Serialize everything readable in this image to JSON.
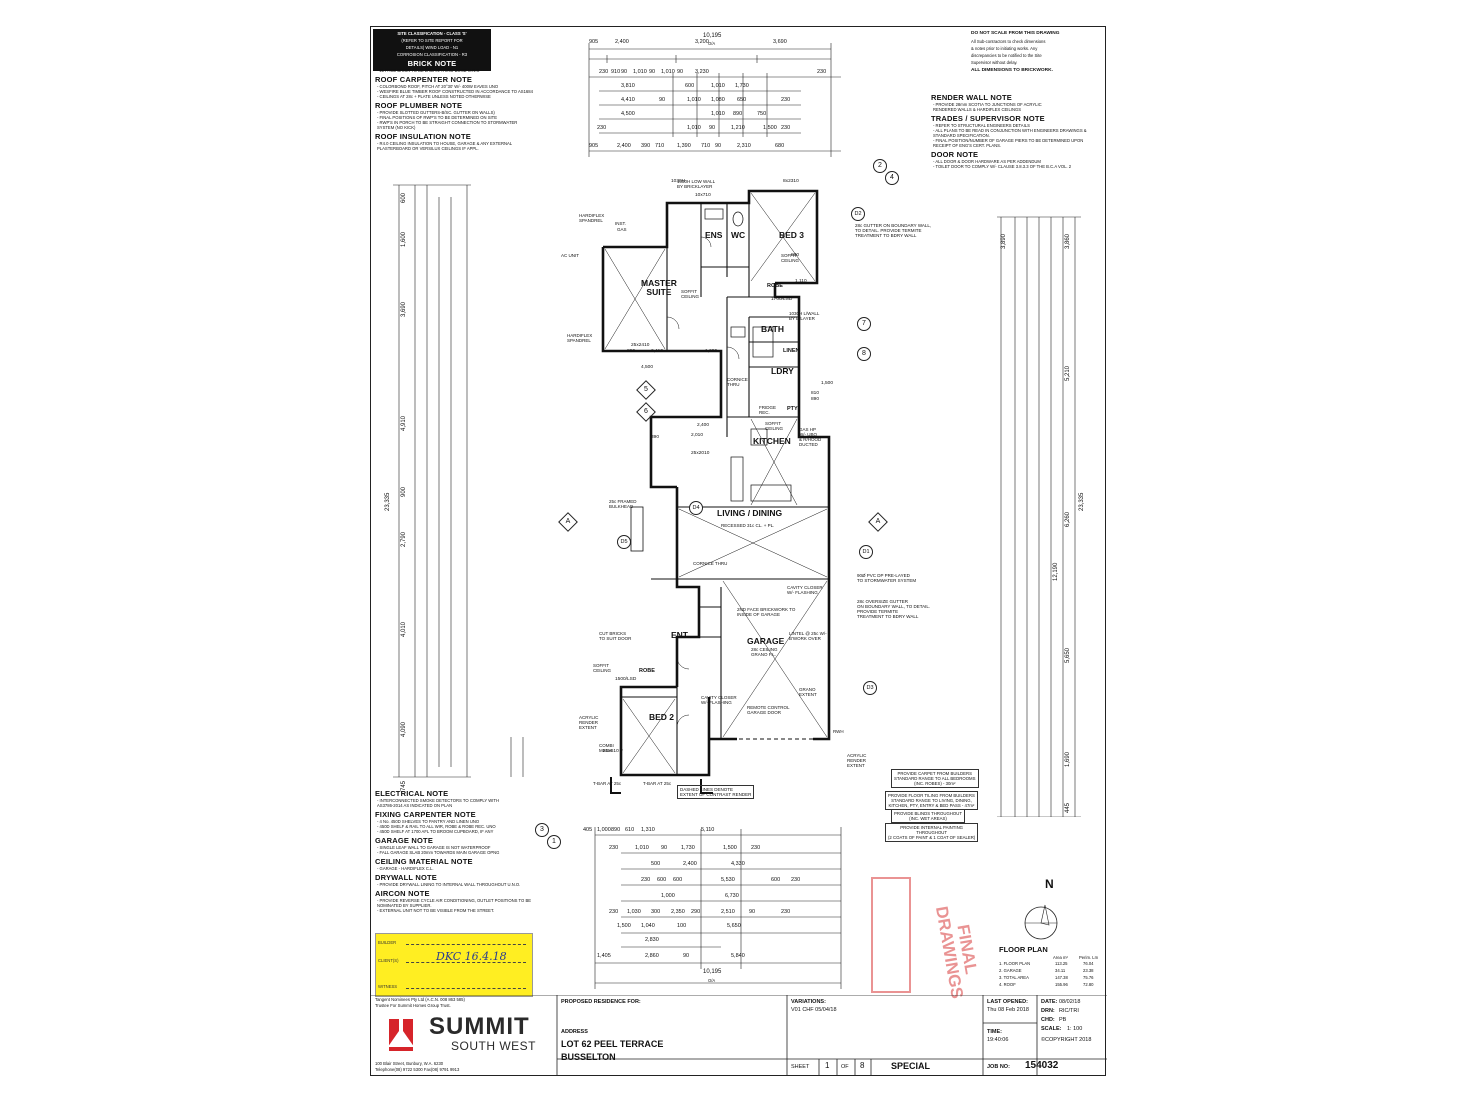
{
  "site_box": {
    "line1": "SITE CLASSIFICATION - CLASS 'S'",
    "line2": "(REFER TO SITE REPORT FOR",
    "line3": "DETAILS) WIND LOAD - N1",
    "line4": "CORROSION CLASSIFICATION - R3"
  },
  "disclaimer": {
    "line1": "DO NOT SCALE FROM THIS DRAWING",
    "line2": "All Sub-contractors to check dimensions",
    "line3": "& notes prior to initiating works. Any",
    "line4": "discrepancies to be notified to the Site",
    "line5": "Supervisor without delay.",
    "line6": "ALL DIMENSIONS TO BRICKWORK."
  },
  "notes_left_top": [
    {
      "title": "BRICK NOTE",
      "lines": [
        "- 2L FACE BRICK TO BE LAID IN THIRD BOND U.N.O"
      ]
    },
    {
      "title": "ROOF CARPENTER NOTE",
      "lines": [
        "- COLORBOND ROOF, PITCH AT 20°30' W/- 400W EAVES UNO",
        "- WESFIRE BLUE TIMBER ROOF CONSTRUCTED IN ACCORDANCE TO AS1684",
        "- CEILINGS AT 28c + PLATE UNLESS NOTED OTHERWISE"
      ]
    },
    {
      "title": "ROOF PLUMBER NOTE",
      "lines": [
        "- PROVIDE SLOTTED GUTTERS-B/SC. GUTTER ON WALLS)",
        "- FINAL POSITIONS OF RWP'S TO BE DETERMINED ON SITE",
        "- RWP'S IN PORCH TO BE STRAIGHT CONNECTION TO STORMWATER",
        "  SYSTEM (NO KICK)"
      ]
    },
    {
      "title": "ROOF INSULATION NOTE",
      "lines": [
        "- R4.0 CEILING INSULATION TO HOUSE, GARAGE & ANY EXTERNAL",
        "  PLASTERBOARD OR VERSILUX CEILINGS IF APPL."
      ]
    }
  ],
  "notes_right_top": [
    {
      "title": "RENDER WALL NOTE",
      "lines": [
        "- PROVIDE 28mm SCOTIA TO JUNCTIONS OF ACRYLIC",
        "  RENDERED WALLS & HARDIFLEX CEILINGS"
      ]
    },
    {
      "title": "TRADES / SUPERVISOR NOTE",
      "lines": [
        "- REFER TO STRUCTURAL ENGINEERS DETAILS",
        "- ALL PLANS TO BE READ IN CONJUNCTION WITH ENGINEERS DRAWINGS &",
        "  STANDARD SPECIFICATION.",
        "- FINAL POSITION/NUMBER OF GARAGE PIERS TO BE DETERMINED UPON",
        "  RECEIPT OF ENG'S CERT. PLANS."
      ]
    },
    {
      "title": "DOOR NOTE",
      "lines": [
        "- ALL DOOR & DOOR HARDWARE AS PER ADDENDUM",
        "- TOILET DOOR TO COMPLY W/- CLAUSE 3.8.3.3 OF THE B.C.A VOL. 2"
      ]
    }
  ],
  "notes_left_bottom": [
    {
      "title": "ELECTRICAL NOTE",
      "lines": [
        "- INTERCONNECTED SMOKE DETECTORS TO COMPLY WITH",
        "  AS3786-2014 AS INDICATED ON PLAN"
      ]
    },
    {
      "title": "FIXING CARPENTER NOTE",
      "lines": [
        "- 4 No. 450D SHELVES TO PANTRY AND LINEN UNO",
        "- 450D SHELF & RAIL TO ALL WIR, ROBE & ROBE REC. UNO",
        "- 450D SHELF AT 1700 AFL TO BROOM CUPBOARD, IF ANY"
      ]
    },
    {
      "title": "GARAGE NOTE",
      "lines": [
        "- SINGLE LEAF WALL TO GARAGE IS NOT WATERPROOF",
        "- FALL GARAGE SLAB 20mm TOWARDS MAIN GARAGE OPNG"
      ]
    },
    {
      "title": "CEILING MATERIAL NOTE",
      "lines": [
        "- GARAGE - HARDIFLEX C.L."
      ]
    },
    {
      "title": "DRYWALL NOTE",
      "lines": [
        "- PROVIDE DRYWALL LINING TO INTERNAL WALL THROUGHOUT U.N.O."
      ]
    },
    {
      "title": "AIRCON NOTE",
      "lines": [
        "- PROVIDE REVERSE CYCLE AIR CONDITIONING, OUTLET POSITIONS TO BE",
        "  NOMINATED BY SUPPLIER.",
        "- EXTERNAL UNIT NOT TO BE VISIBLE FROM THE STREET."
      ]
    }
  ],
  "signature_box": {
    "builder": "BUILDER",
    "client": "CLIENT(S)",
    "witness": "WITNESS",
    "client_sig": "DKC 16.4.18",
    "color": "#ffee22"
  },
  "rooms": {
    "master": "MASTER\nSUITE",
    "ens": "ENS",
    "wc": "WC",
    "bed3": "BED 3",
    "robe1": "ROBE",
    "bath": "BATH",
    "linen": "LINEN",
    "lndry": "LDRY",
    "kitchen": "KITCHEN",
    "living": "LIVING / DINING",
    "ent": "ENT",
    "garage": "GARAGE",
    "bed2": "BED 2",
    "robe2": "ROBE",
    "pty": "PTY"
  },
  "plan_labels": {
    "hardiflex1": "HARDIFLEX\nSPANDREL",
    "inst": "INST.",
    "gas": "GAS",
    "ac": "AC UNIT",
    "soffit1": "SOFFIT\nCEILING",
    "hardiflex2": "HARDIFLEX\nSPANDREL",
    "low_wall": "1030H LOW WALL\nBY BRICKLAYER",
    "gutter1": "28c GUTTER ON BOUNDARY WALL,\nTO DETAIL. PROVIDE TERMITE\nTREATMENT TO BDRY WALL",
    "soffit2": "SOFFIT\nCEILING",
    "lwall": "1030H L/WALL\nBY B/LAYER",
    "cornice": "CORNICE\nTHRU",
    "fridge": "FRIDGE\nREC.",
    "gas_hp": "GAS HP\nW/- UBO\n& R/HOOD\nDUCTED",
    "soffit3": "SOFFIT\nCEILING",
    "framed": "25c FRAMED\nBULKHEAD",
    "recessed": "RECESSED 31c CL. + PL.",
    "cornice2": "CORNICE THRU",
    "pvc": "90Ø PVC DP PRE-LAYED\nTO STORMWATER SYSTEM",
    "cavity1": "CAVITY CLOSER\nW/- FLASHING",
    "brickwork": "2ND FACE BRICKWORK TO\nINSIDE OF GARAGE",
    "gutter2": "28c OVERSIZE GUTTER\nON BOUNDARY WALL, TO DETAIL.\nPROVIDE TERMITE\nTREATMENT TO BDRY WALL",
    "lintel": "LINTEL @ 25c W/-\nB'WORK OVER",
    "garage_ceil": "28c CEILING\nGRANO F.L.",
    "cut_bricks": "CUT BRICKS\nTO SUIT DOOR",
    "soffit4": "SOFFIT\nCEILING",
    "cavity2": "CAVITY CLOSER\nW/- FLASHING",
    "remote": "REMOTE CONTROL\nGARAGE DOOR",
    "grano": "GRANO\nEXTENT",
    "acrylic1": "ACRYLIC\nRENDER\nEXTENT",
    "combi": "COMBI\nMBOX",
    "tbar1": "T-BAR AT 25c",
    "tbar2": "T-BAR AT 25c",
    "dashed": "DASHED LINES DENOTE\nEXTENT OF CONTRAST RENDER",
    "acrylic2": "ACRYLIC\nRENDER\nEXTENT",
    "rwh": "RWH"
  },
  "flooring_notes": {
    "carpet": "PROVIDE CARPET FROM BUILDERS\nSTANDARD RANGE TO ALL BEDROOMS\n(INC. ROBES) - 30m²",
    "tiling": "PROVIDE FLOOR TILING FROM BUILDERS\nSTANDARD RANGE TO LIVING, DINING,\nKITCHEN, PTY, ENTRY & BED PASS - 47m²",
    "blinds": "PROVIDE BLINDS THROUGHOUT\n(INC. WET AREAS)",
    "painting": "PROVIDE INTERNAL PAINTING\nTHROUGHOUT\n(2 COATS OF PAINT & 1 COAT OF SEALER)"
  },
  "stamp": {
    "text": "FINAL\nDRAWINGS",
    "color": "#d83b3b"
  },
  "north": "N",
  "section_marks": {
    "a": "A",
    "one": "1",
    "two": "2",
    "three": "3",
    "four": "4",
    "five": "5",
    "six": "6",
    "seven": "7",
    "eight": "8"
  },
  "door_marks": {
    "d1": "D1",
    "d2": "D2",
    "d3": "D3",
    "d4": "D4",
    "d5": "D5"
  },
  "dims": {
    "top_overall": "10,195",
    "top_oa": "O/A",
    "top_row1": [
      "905",
      "2,400",
      "3,200",
      "3,690"
    ],
    "top_row2": [
      "230",
      "910",
      "90",
      "1,010",
      "90",
      "1,010",
      "90",
      "3,230",
      "230"
    ],
    "top_row3": [
      "3,810",
      "600",
      "1,010",
      "1,730"
    ],
    "top_row4": [
      "4,410",
      "90",
      "1,010",
      "1,080",
      "650",
      "230"
    ],
    "top_row5": [
      "4,500",
      "1,010",
      "890",
      "750"
    ],
    "top_row6": [
      "230",
      "1,010",
      "90",
      "1,210",
      "1,500",
      "230"
    ],
    "top_row7": [
      "905",
      "2,400",
      "390",
      "710",
      "1,390",
      "710",
      "90",
      "2,310",
      "680"
    ],
    "bottom_row1": [
      "405",
      "1,000",
      "890",
      "610",
      "1,310",
      "5,110"
    ],
    "bottom_row2": [
      "230",
      "1,010",
      "90",
      "1,730",
      "1,500",
      "230"
    ],
    "bottom_row3": [
      "500",
      "2,400",
      "4,330"
    ],
    "bottom_row4": [
      "230",
      "600",
      "600",
      "5,530",
      "600",
      "230"
    ],
    "bottom_row5": [
      "1,000",
      "6,730"
    ],
    "bottom_row6": [
      "230",
      "1,030",
      "300",
      "2,350",
      "290",
      "2,510",
      "90",
      "230"
    ],
    "bottom_row7": [
      "1,500",
      "1,040",
      "100",
      "5,650"
    ],
    "bottom_row8": [
      "2,830"
    ],
    "bottom_row9": [
      "1,405",
      "2,860",
      "90",
      "5,840"
    ],
    "bottom_overall": "10,195",
    "bottom_oa": "O/A",
    "left_main": [
      "600",
      "1,600",
      "3,690",
      "4,910",
      "900",
      "23,335",
      "2,790",
      "4,010",
      "4,090",
      "745"
    ],
    "right_main": [
      "3,890",
      "3,860",
      "5,210",
      "12,190",
      "23,335",
      "6,260",
      "5,650",
      "1,690",
      "445"
    ],
    "plan_inner": [
      "1030H",
      "10x710",
      "8x2310",
      "4,500",
      "2,410",
      "1,200",
      "890",
      "2,400",
      "2,010",
      "390",
      "1,500",
      "810",
      "890",
      "800",
      "1,110",
      "25x2410",
      "25x2010",
      "1500/LSD",
      "1700/LSD",
      "25x610 F"
    ]
  },
  "floor_plan": {
    "title": "FLOOR PLAN",
    "header_area": "Area m²",
    "header_perim": "Perim. Lm",
    "rows": [
      {
        "label": "1. FLOOR PLAN",
        "area": "113.25",
        "perim": "76.04"
      },
      {
        "label": "2. GARAGE",
        "area": "34.11",
        "perim": "23.38"
      },
      {
        "label": "3. TOTAL AREA",
        "area": "147.38",
        "perim": "75.76"
      },
      {
        "label": "4. ROOF",
        "area": "155.96",
        "perim": "72.80"
      }
    ]
  },
  "title_block": {
    "company_line1": "Tangent Nominees Pty Ltd (A.C.N. 008 863 585)",
    "company_line2": "Trustee For Summit Homes Group Trust.",
    "logo_name": "SUMMIT",
    "logo_sub": "SOUTH WEST",
    "logo_color": "#d6242a",
    "address_line1": "100 Blair Street, Bunbury, W.A. 6230",
    "address_line2": "Telephone(08) 9722 5300 Fax(08) 9791 9913",
    "proposed": "PROPOSED RESIDENCE FOR:",
    "address_label": "ADDRESS",
    "address_value1": "LOT 62 PEEL TERRACE",
    "address_value2": "BUSSELTON",
    "variations_label": "VARIATIONS:",
    "variations_value": "V01 CHF 05/04/18",
    "sheet_label": "SHEET",
    "sheet_num": "1",
    "sheet_of": "OF",
    "sheet_total": "8",
    "special": "SPECIAL",
    "last_opened_label": "LAST OPENED:",
    "last_opened_value": "Thu 08 Feb 2018",
    "time_label": "TIME:",
    "time_value": "19:40:06",
    "date_label": "DATE:",
    "date_value": "08/02/18",
    "drn_label": "DRN:",
    "drn_value": "RIC/TRI",
    "chd_label": "CHD:",
    "chd_value": "PB",
    "scale_label": "SCALE:",
    "scale_value": "1: 100",
    "copyright": "©COPYRIGHT 2018",
    "job_label": "JOB NO:",
    "job_value": "154032"
  }
}
